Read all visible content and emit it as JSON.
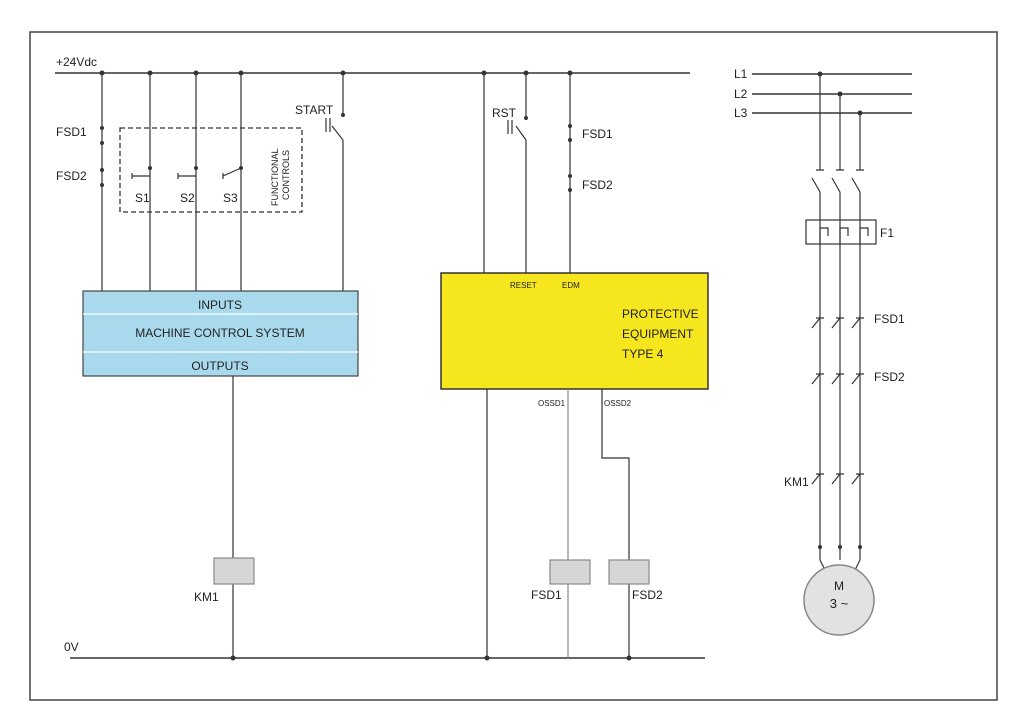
{
  "supply": {
    "positive": "+24Vdc",
    "zero": "0V"
  },
  "phases": [
    "L1",
    "L2",
    "L3"
  ],
  "contacts": {
    "fsd1": "FSD1",
    "fsd2": "FSD2",
    "s1": "S1",
    "s2": "S2",
    "s3": "S3",
    "start": "START",
    "rst": "RST",
    "f1": "F1",
    "km1": "KM1"
  },
  "functional_controls": [
    "FUNCTIONAL",
    "CONTROLS"
  ],
  "mcs": {
    "inputs": "INPUTS",
    "title": "MACHINE  CONTROL  SYSTEM",
    "outputs": "OUTPUTS"
  },
  "protective": {
    "lines": [
      "PROTECTIVE",
      "EQUIPMENT",
      "TYPE  4"
    ],
    "reset": "RESET",
    "edm": "EDM",
    "ossd1": "OSSD1",
    "ossd2": "OSSD2"
  },
  "coils": {
    "km1": "KM1",
    "fsd1": "FSD1",
    "fsd2": "FSD2"
  },
  "motor": {
    "label": "M",
    "sub": "3 ~"
  },
  "colors": {
    "mcs_fill": "#a9d9ec",
    "protective_fill": "#f5e61e",
    "coil_fill": "#d6d6d6",
    "motor_fill": "#e2e2e2"
  }
}
